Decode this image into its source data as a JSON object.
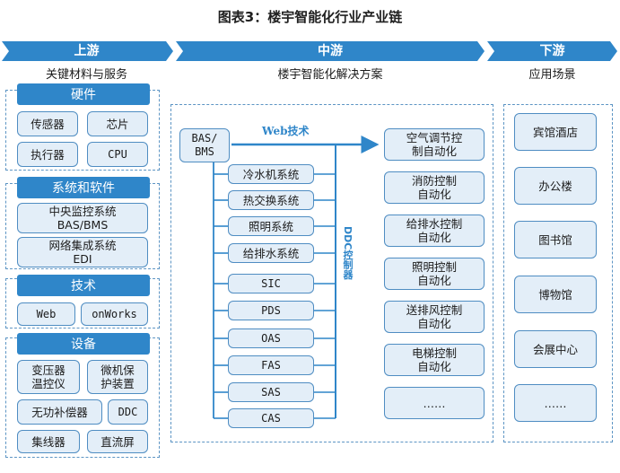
{
  "title": "图表3：楼宇智能化行业产业链",
  "stages": [
    {
      "label": "上游",
      "subtitle": "关键材料与服务"
    },
    {
      "label": "中游",
      "subtitle": "楼宇智能化解决方案"
    },
    {
      "label": "下游",
      "subtitle": "应用场景"
    }
  ],
  "upstream": {
    "hardware": {
      "label": "硬件",
      "items": [
        "传感器",
        "芯片",
        "执行器",
        "CPU"
      ]
    },
    "systems": {
      "label": "系统和软件",
      "items": [
        "中央监控系统\nBAS/BMS",
        "网络集成系统\nEDI"
      ]
    },
    "tech": {
      "label": "技术",
      "items": [
        "Web",
        "onWorks"
      ]
    },
    "equipment": {
      "label": "设备",
      "items": [
        "变压器\n温控仪",
        "微机保\n护装置",
        "无功补偿器",
        "DDC",
        "集线器",
        "直流屏"
      ]
    }
  },
  "midstream": {
    "bas": "BAS/\nBMS",
    "web_label": "Web技术",
    "ddc_label": "DDC控制器",
    "subsystems": [
      "冷水机系统",
      "热交换系统",
      "照明系统",
      "给排水系统",
      "SIC",
      "PDS",
      "OAS",
      "FAS",
      "SAS",
      "CAS"
    ],
    "outputs": [
      "空气调节控\n制自动化",
      "消防控制\n自动化",
      "给排水控制\n自动化",
      "照明控制\n自动化",
      "送排风控制\n自动化",
      "电梯控制\n自动化",
      "……"
    ]
  },
  "downstream": {
    "items": [
      "宾馆酒店",
      "办公楼",
      "图书馆",
      "博物馆",
      "会展中心",
      "……"
    ]
  }
}
